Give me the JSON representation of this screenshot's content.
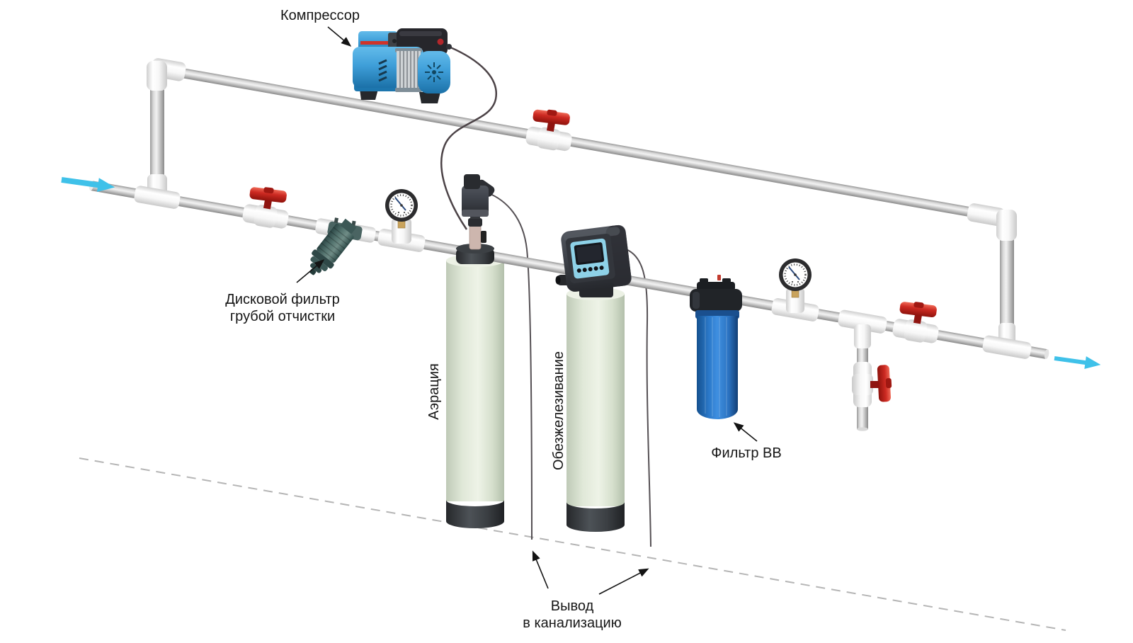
{
  "labels": {
    "compressor": "Компрессор",
    "disc_filter_line1": "Дисковой фильтр",
    "disc_filter_line2": "грубой отчистки",
    "aeration": "Аэрация",
    "iron_removal": "Обезжелезивание",
    "bb_filter": "Фильтр ВВ",
    "drain_line1": "Вывод",
    "drain_line2": "в канализацию"
  },
  "icons": {
    "inlet": "flow-arrow-right",
    "outlet": "flow-arrow-right"
  },
  "colors": {
    "red": "#cd2a22",
    "cyan": "#3fc1e9",
    "comp_blue": "#3f9fd9",
    "bb_blue": "#3f8fe0",
    "column_green": "#e0e8d8",
    "teal": "#567671",
    "label": "#161616"
  }
}
